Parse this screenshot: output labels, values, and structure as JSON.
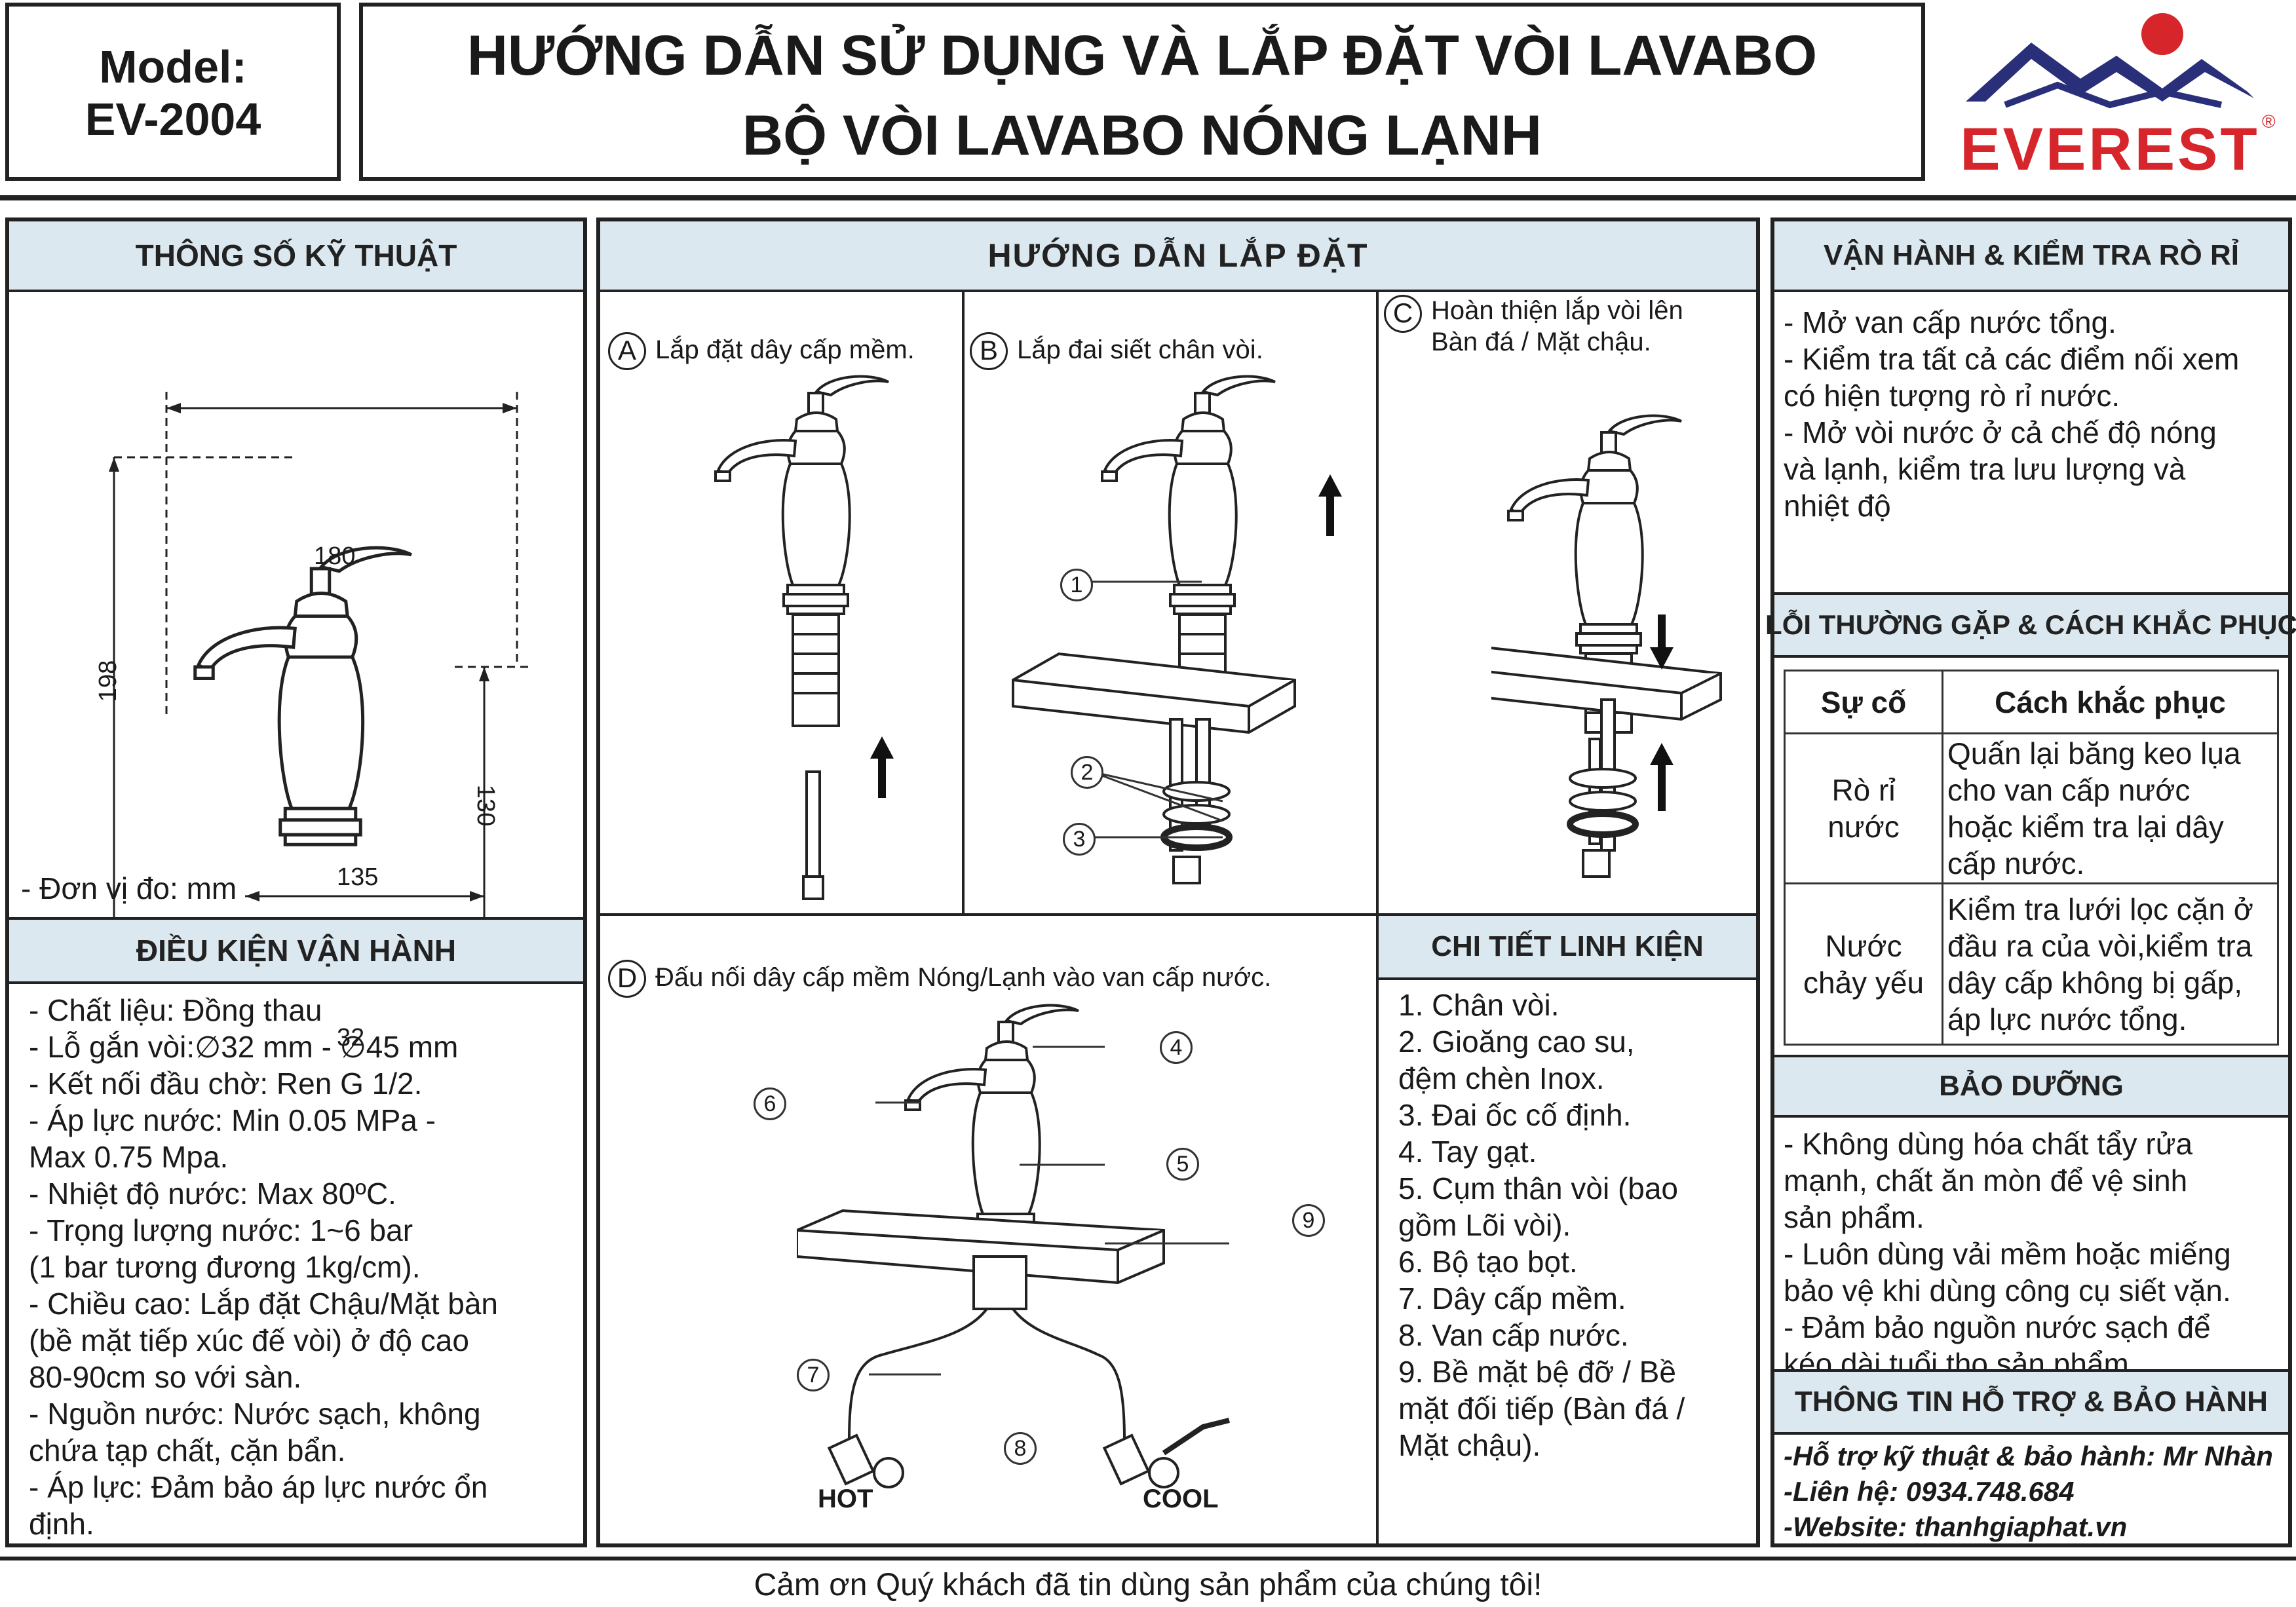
{
  "header": {
    "model_label": "Model:",
    "model_value": "EV-2004",
    "title_line1": "HƯỚNG DẪN SỬ DỤNG VÀ LẮP ĐẶT VÒI LAVABO",
    "title_line2": "BỘ VÒI LAVABO NÓNG LẠNH",
    "brand": "EVEREST",
    "brand_mark": "®"
  },
  "specs": {
    "title": "THÔNG SỐ KỸ THUẬT",
    "dim_width": "180",
    "dim_height": "198",
    "dim_reach": "135",
    "dim_spout_height": "130",
    "dim_diameter": "32",
    "unit_note": "- Đơn vị đo: mm"
  },
  "conditions": {
    "title": "ĐIỀU KIỆN VẬN HÀNH",
    "text": "- Chất liệu: Đồng thau\n- Lỗ gắn vòi:∅32 mm - ∅45 mm\n- Kết nối đầu chờ: Ren G 1/2.\n- Áp lực nước: Min 0.05 MPa -\nMax 0.75 Mpa.\n- Nhiệt độ nước: Max 80ºC.\n- Trọng lượng nước: 1~6 bar\n(1 bar tương đương 1kg/cm).\n- Chiều cao: Lắp đặt Chậu/Mặt bàn\n(bề mặt tiếp xúc đế vòi) ở độ cao\n80-90cm so với sàn.\n- Nguồn nước: Nước sạch, không\nchứa tạp chất, cặn bẩn.\n- Áp lực: Đảm bảo áp lực nước ổn\nđịnh."
  },
  "install": {
    "title": "HƯỚNG DẪN LẮP ĐẶT",
    "step_a_letter": "A",
    "step_a": "Lắp đặt dây cấp mềm.",
    "step_b_letter": "B",
    "step_b": "Lắp đai siết chân vòi.",
    "step_c_letter": "C",
    "step_c": "Hoàn thiện lắp vòi lên\nBàn đá / Mặt chậu.",
    "step_d_letter": "D",
    "step_d": "Đấu nối dây cấp mềm Nóng/Lạnh vào van cấp nước.",
    "hot": "HOT",
    "cool": "COOL",
    "callouts": [
      "1",
      "2",
      "3",
      "4",
      "5",
      "6",
      "7",
      "8",
      "9"
    ]
  },
  "parts": {
    "title": "CHI TIẾT LINH KIỆN",
    "text": "1. Chân vòi.\n2. Gioăng cao su,\nđệm chèn Inox.\n3. Đai ốc cố định.\n4. Tay gạt.\n5. Cụm thân vòi (bao\ngồm Lõi vòi).\n6. Bộ tạo bọt.\n7. Dây cấp mềm.\n8. Van cấp nước.\n9. Bề mặt bệ đỡ / Bề\nmặt đối tiếp (Bàn đá /\nMặt chậu)."
  },
  "operation": {
    "title": "VẬN HÀNH & KIỂM TRA RÒ RỈ",
    "text": "- Mở van cấp nước tổng.\n- Kiểm tra tất cả các điểm nối xem\ncó hiện tượng rò rỉ nước.\n- Mở vòi nước ở cả chế độ nóng\nvà lạnh, kiểm tra lưu lượng và\nnhiệt độ"
  },
  "troubleshoot": {
    "title": "LỖI THƯỜNG GẶP & CÁCH KHẮC PHỤC",
    "col1": "Sự cố",
    "col2": "Cách khắc phục",
    "rows": [
      {
        "issue": "Rò rỉ\nnước",
        "fix": "Quấn lại băng keo lụa\ncho van cấp nước\nhoặc kiểm tra lại dây\ncấp nước."
      },
      {
        "issue": "Nước\nchảy yếu",
        "fix": "Kiểm tra lưới lọc cặn ở\nđầu ra của vòi,kiểm tra\ndây cấp không bị gấp,\náp lực nước tổng."
      }
    ]
  },
  "maintenance": {
    "title": "BẢO DƯỠNG",
    "text": "- Không dùng hóa chất tẩy rửa\nmạnh, chất ăn mòn để vệ sinh\nsản phẩm.\n- Luôn dùng vải mềm hoặc miếng\nbảo vệ khi dùng công cụ siết vặn.\n- Đảm bảo nguồn nước sạch để\nkéo dài tuổi thọ sản phẩm."
  },
  "support": {
    "title": "THÔNG TIN HỖ TRỢ & BẢO HÀNH",
    "line1": "-Hỗ trợ kỹ thuật & bảo hành: Mr Nhàn",
    "line2": "-Liên hệ: 0934.748.684",
    "line3": "-Website: thanhgiaphat.vn"
  },
  "footer": "Cảm ơn Quý khách đã tin dùng sản phẩm của chúng tôi!",
  "colors": {
    "header_fill": "#dbe8ef",
    "brand_red": "#d7262b",
    "brand_blue": "#2a2f7a"
  }
}
